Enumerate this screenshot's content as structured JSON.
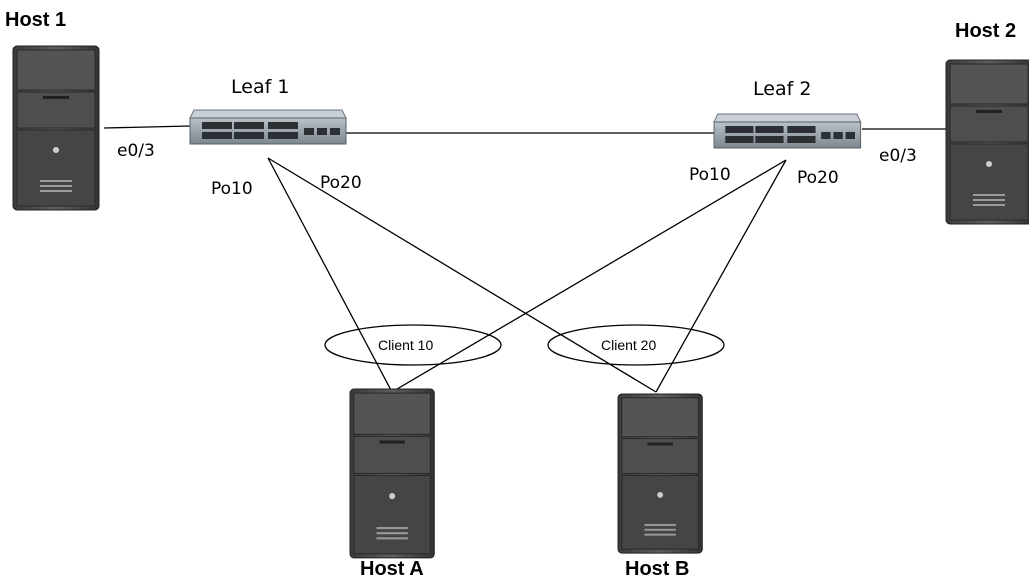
{
  "hosts": {
    "host1": "Host 1",
    "host2": "Host 2",
    "hostA": "Host A",
    "hostB": "Host B"
  },
  "switches": {
    "leaf1": "Leaf 1",
    "leaf2": "Leaf 2"
  },
  "ports": {
    "leaf1_host_port": "e0/3",
    "leaf2_host_port": "e0/3",
    "leaf1_po10": "Po10",
    "leaf1_po20": "Po20",
    "leaf2_po10": "Po10",
    "leaf2_po20": "Po20"
  },
  "port_channels": {
    "client10": "Client 10",
    "client20": "Client 20"
  }
}
